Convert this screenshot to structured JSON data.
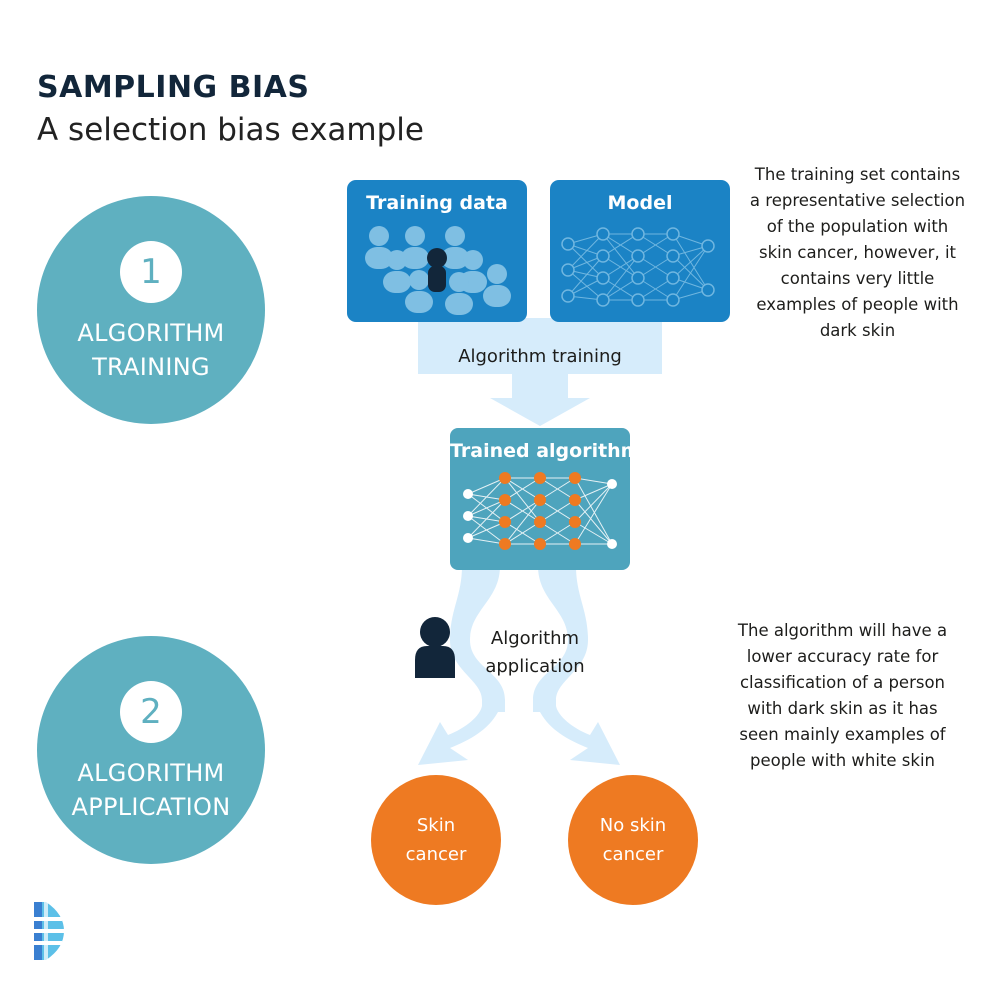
{
  "header": {
    "title": "SAMPLING BIAS",
    "subtitle": "A selection bias example"
  },
  "steps": [
    {
      "number": "1",
      "label_line1": "ALGORITHM",
      "label_line2": "TRAINING"
    },
    {
      "number": "2",
      "label_line1": "ALGORITHM",
      "label_line2": "APPLICATION"
    }
  ],
  "boxes": {
    "training_data": "Training data",
    "model": "Model",
    "trained_algorithm": "Trained algorithm"
  },
  "flow": {
    "training_label": "Algorithm training",
    "application_label_line1": "Algorithm",
    "application_label_line2": "application"
  },
  "notes": {
    "training": [
      "The training set contains",
      "a representative selection",
      "of the population with",
      "skin cancer, however, it",
      "contains very little",
      "examples of people with",
      "dark skin"
    ],
    "application": [
      "The algorithm will have a",
      "lower accuracy rate for",
      "classification of a person",
      "with dark skin as it has",
      "seen mainly examples of",
      "people with white skin"
    ]
  },
  "outcomes": [
    {
      "line1": "Skin",
      "line2": "cancer"
    },
    {
      "line1": "No skin",
      "line2": "cancer"
    }
  ],
  "colors": {
    "teal": "#5fb0c0",
    "blue": "#1b83c5",
    "light_blue": "#d6ecfb",
    "orange": "#ee7a22",
    "dark_navy": "#12263a"
  },
  "icons": {
    "logo": "brand-logo-icon",
    "person": "person-icon",
    "network": "neural-network-icon"
  }
}
